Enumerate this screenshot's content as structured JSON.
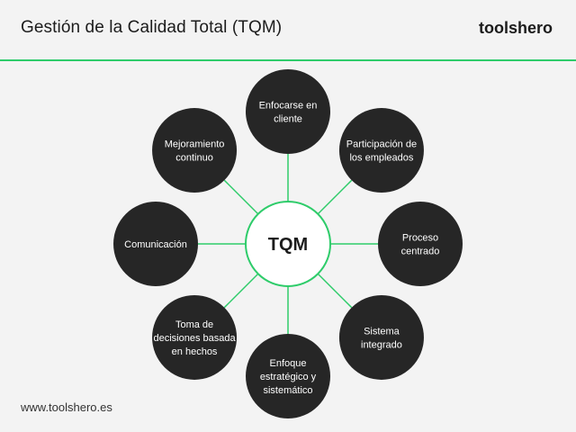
{
  "header": {
    "title": "Gestión de la Calidad Total (TQM)",
    "brand": "toolshero"
  },
  "footer": {
    "url": "www.toolshero.es"
  },
  "colors": {
    "accent": "#2ecc6a",
    "node_fill": "#262626",
    "center_fill": "#ffffff",
    "background": "#f3f3f3"
  },
  "diagram": {
    "center": "TQM",
    "nodes": [
      {
        "id": "cliente",
        "lines": [
          "Enfocarse en",
          "cliente"
        ]
      },
      {
        "id": "empleados",
        "lines": [
          "Participación de",
          "los empleados"
        ]
      },
      {
        "id": "proceso",
        "lines": [
          "Proceso",
          "centrado"
        ]
      },
      {
        "id": "sistema",
        "lines": [
          "Sistema",
          "integrado"
        ]
      },
      {
        "id": "estrategico",
        "lines": [
          "Enfoque",
          "estratégico y",
          "sistemático"
        ]
      },
      {
        "id": "decisiones",
        "lines": [
          "Toma de",
          "decisiones basada",
          "en hechos"
        ]
      },
      {
        "id": "comunicacion",
        "lines": [
          "Comunicación"
        ]
      },
      {
        "id": "mejoramiento",
        "lines": [
          "Mejoramiento",
          "continuo"
        ]
      }
    ]
  }
}
